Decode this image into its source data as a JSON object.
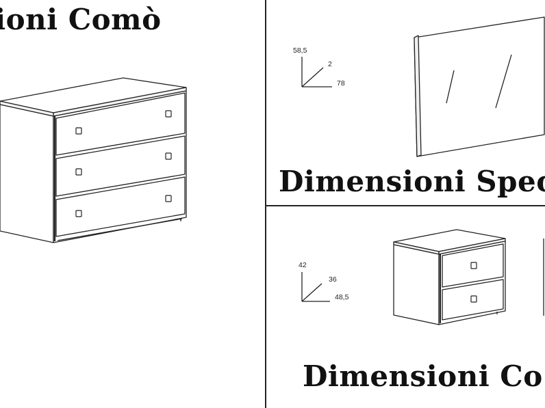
{
  "panels": {
    "como": {
      "title": "sioni Comò"
    },
    "specchio": {
      "title": "Dimensioni Spec",
      "dimensions": {
        "height": "58,5",
        "depth": "2",
        "width": "78"
      }
    },
    "comodino": {
      "title": "Dimensioni Co",
      "dimensions": {
        "height": "42",
        "depth": "36",
        "width": "48,5"
      }
    }
  },
  "colors": {
    "line": "#222222",
    "background": "#ffffff"
  }
}
